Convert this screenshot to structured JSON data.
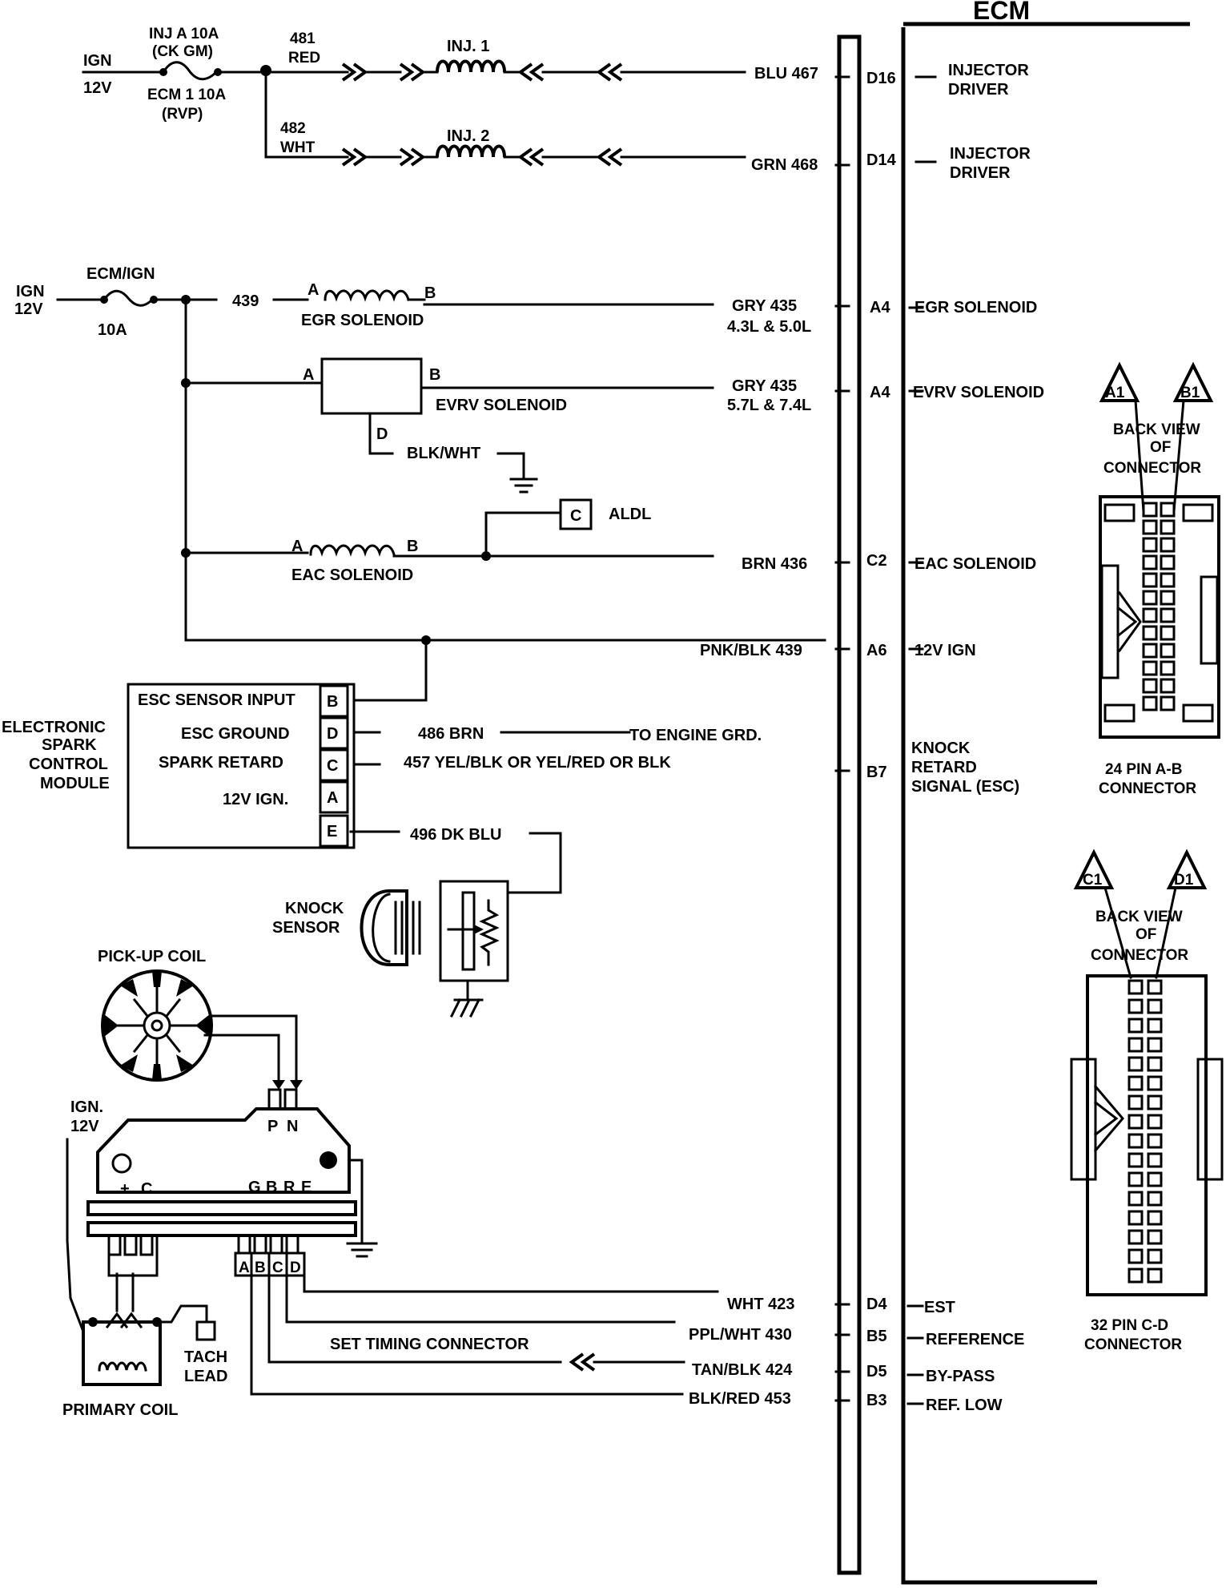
{
  "ecm": {
    "title": "ECM"
  },
  "injector_circuit": {
    "ign": "IGN",
    "ign_v": "12V",
    "fuse_top_1": "INJ A 10A",
    "fuse_top_2": "(CK GM)",
    "fuse_bot_1": "ECM 1 10A",
    "fuse_bot_2": "(RVP)",
    "w481_num": "481",
    "w481_col": "RED",
    "w482_num": "482",
    "w482_col": "WHT",
    "inj1": "INJ. 1",
    "inj2": "INJ. 2"
  },
  "solenoid_circuit": {
    "ign": "IGN",
    "ign_v": "12V",
    "fuse": "ECM/IGN",
    "fuse_rating": "10A",
    "w439": "439",
    "egr_a": "A",
    "egr_b": "B",
    "egr_label": "EGR SOLENOID",
    "evrv_a": "A",
    "evrv_b": "B",
    "evrv_d": "D",
    "evrv_label": "EVRV SOLENOID",
    "evrv_ground": "BLK/WHT",
    "eac_a": "A",
    "eac_b": "B",
    "eac_label": "EAC SOLENOID",
    "aldl_pin": "C",
    "aldl_label": "ALDL"
  },
  "ecm_pins": [
    {
      "wire": "BLU 467",
      "wire2": "",
      "pin": "D16",
      "func": "INJECTOR",
      "func2": "DRIVER"
    },
    {
      "wire": "GRN 468",
      "wire2": "",
      "pin": "D14",
      "func": "INJECTOR",
      "func2": "DRIVER"
    },
    {
      "wire": "GRY 435",
      "wire2": "4.3L & 5.0L",
      "pin": "A4",
      "func": "EGR SOLENOID",
      "func2": ""
    },
    {
      "wire": "GRY 435",
      "wire2": "5.7L & 7.4L",
      "pin": "A4",
      "func": "EVRV SOLENOID",
      "func2": ""
    },
    {
      "wire": "BRN 436",
      "wire2": "",
      "pin": "C2",
      "func": "EAC SOLENOID",
      "func2": ""
    },
    {
      "wire": "PNK/BLK 439",
      "wire2": "",
      "pin": "A6",
      "func": "12V IGN",
      "func2": ""
    },
    {
      "wire": "",
      "wire2": "",
      "pin": "B7",
      "func": "KNOCK",
      "func2": "RETARD",
      "func3": "SIGNAL (ESC)"
    },
    {
      "wire": "WHT 423",
      "wire2": "",
      "pin": "D4",
      "func": "EST",
      "func2": ""
    },
    {
      "wire": "PPL/WHT 430",
      "wire2": "",
      "pin": "B5",
      "func": "REFERENCE",
      "func2": ""
    },
    {
      "wire": "TAN/BLK 424",
      "wire2": "",
      "pin": "D5",
      "func": "BY-PASS",
      "func2": ""
    },
    {
      "wire": "BLK/RED 453",
      "wire2": "",
      "pin": "B3",
      "func": "REF. LOW",
      "func2": ""
    }
  ],
  "esc_module": {
    "title_1": "ELECTRONIC",
    "title_2": "SPARK",
    "title_3": "CONTROL",
    "title_4": "MODULE",
    "rows": [
      {
        "label": "ESC SENSOR INPUT",
        "pin": "B"
      },
      {
        "label": "ESC GROUND",
        "pin": "D"
      },
      {
        "label": "SPARK RETARD",
        "pin": "C"
      },
      {
        "label": "12V IGN.",
        "pin": "A"
      },
      {
        "label": "",
        "pin": "E"
      }
    ],
    "w486": "486 BRN",
    "to_ground": "TO ENGINE GRD.",
    "w457": "457 YEL/BLK OR YEL/RED OR BLK",
    "w496": "496 DK BLU"
  },
  "knock_sensor": {
    "label_1": "KNOCK",
    "label_2": "SENSOR"
  },
  "ignition": {
    "pickup": "PICK-UP COIL",
    "ign_1": "IGN.",
    "ign_2": "12V",
    "p": "P",
    "n": "N",
    "plus": "+",
    "c": "C",
    "g": "G",
    "b": "B",
    "r": "R",
    "e": "E",
    "tA": "A",
    "tB": "B",
    "tC": "C",
    "tD": "D",
    "set_timing": "SET TIMING CONNECTOR",
    "tach_1": "TACH",
    "tach_2": "LEAD",
    "primary": "PRIMARY COIL"
  },
  "connector_ab": {
    "tri1": "A1",
    "tri2": "B1",
    "view_1": "BACK VIEW",
    "view_2": "OF",
    "view_3": "CONNECTOR",
    "name_1": "24 PIN A-B",
    "name_2": "CONNECTOR"
  },
  "connector_cd": {
    "tri1": "C1",
    "tri2": "D1",
    "view_1": "BACK VIEW",
    "view_2": "OF",
    "view_3": "CONNECTOR",
    "name_1": "32 PIN C-D",
    "name_2": "CONNECTOR"
  }
}
